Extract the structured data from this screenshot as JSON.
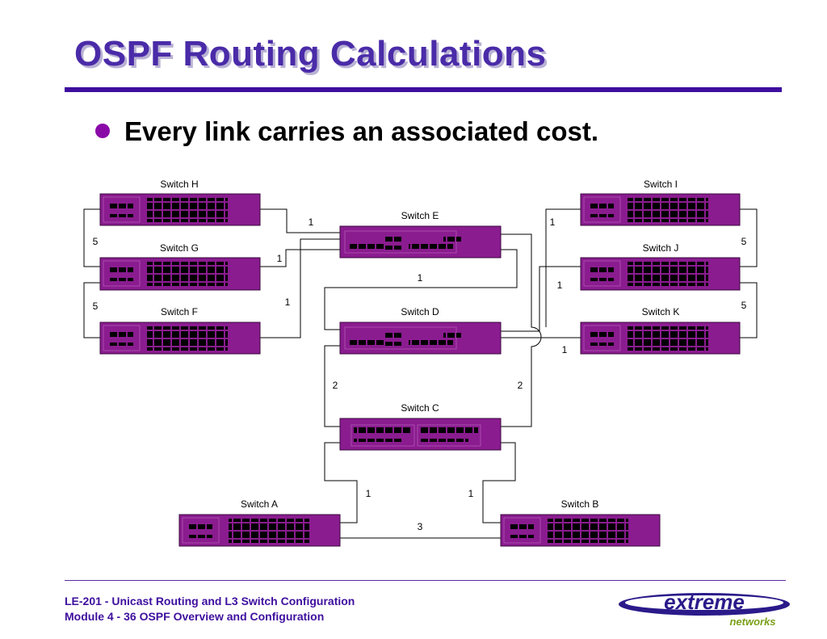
{
  "slide": {
    "title": "OSPF Routing Calculations",
    "bullet": "Every link carries an associated cost."
  },
  "diagram": {
    "switches": {
      "H": "Switch H",
      "G": "Switch G",
      "F": "Switch F",
      "E": "Switch E",
      "D": "Switch D",
      "C": "Switch C",
      "I": "Switch I",
      "J": "Switch J",
      "K": "Switch K",
      "A": "Switch A",
      "B": "Switch B"
    },
    "link_costs": {
      "H_G": "5",
      "G_F": "5",
      "H_E": "1",
      "G_E": "1",
      "F_E": "1",
      "I_J": "5",
      "J_K": "5",
      "I_E": "1",
      "J_D": "1",
      "K_D": "1",
      "E_D": "1",
      "D_C_left": "2",
      "D_C_right": "2",
      "C_A": "1",
      "C_B": "1",
      "A_B": "3"
    }
  },
  "footer": {
    "line1": "LE-201 - Unicast Routing and L3 Switch Configuration",
    "line2": "Module 4 - 36  OSPF Overview and Configuration"
  },
  "logo": {
    "word": "extreme",
    "sub": "networks"
  },
  "colors": {
    "title": "#4a2ba8",
    "switch_fill": "#8a1c8f",
    "rule": "#3e0f9e",
    "logo": "#2a1a8a",
    "logo_sub": "#7aa01a"
  }
}
